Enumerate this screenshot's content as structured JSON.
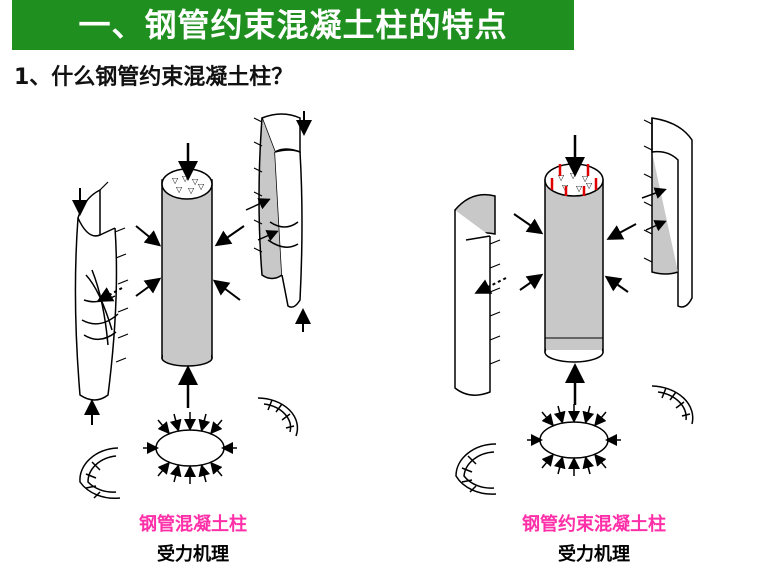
{
  "header": {
    "title": "一、钢管约束混凝土柱的特点"
  },
  "section": {
    "heading": "1、什么钢管约束混凝土柱？"
  },
  "diagrams": [
    {
      "caption": "钢管混凝土柱",
      "subcaption": "受力机理"
    },
    {
      "caption": "钢管约束混凝土柱",
      "subcaption": "受力机理"
    }
  ],
  "colors": {
    "title_bg": "#1f8f1f",
    "caption": "#ff2fa8",
    "core_fill": "#c8c8c8",
    "gap_marks": "#e00000"
  }
}
